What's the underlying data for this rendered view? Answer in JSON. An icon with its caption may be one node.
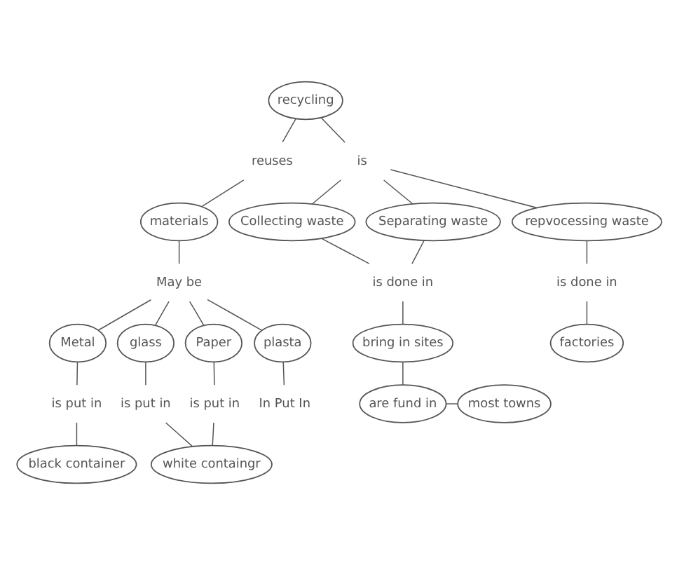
{
  "diagram": {
    "nodes": [
      {
        "text": [
          "recycling"
        ]
      },
      {
        "text": [
          "reuses"
        ]
      },
      {
        "text": [
          "is"
        ]
      },
      {
        "text": [
          "materials"
        ]
      },
      {
        "text": [
          "Collecting waste"
        ]
      },
      {
        "text": [
          "Separating waste"
        ]
      },
      {
        "text": [
          "repvocessing waste"
        ]
      },
      {
        "text": [
          "May be"
        ]
      },
      {
        "text": [
          "is done in"
        ]
      },
      {
        "text": [
          "is done in"
        ]
      },
      {
        "text": [
          "Metal"
        ]
      },
      {
        "text": [
          "glass"
        ]
      },
      {
        "text": [
          "Paper"
        ]
      },
      {
        "text": [
          "plasta"
        ]
      },
      {
        "text": [
          "is put in"
        ]
      },
      {
        "text": [
          "is put in"
        ]
      },
      {
        "text": [
          "is put in"
        ]
      },
      {
        "text": [
          "In Put In"
        ]
      },
      {
        "text": [
          "bring in sites"
        ]
      },
      {
        "text": [
          "factories"
        ]
      },
      {
        "text": [
          "black container"
        ]
      },
      {
        "text": [
          "white containgr"
        ]
      },
      {
        "text": [
          "are fund in"
        ]
      },
      {
        "text": [
          "most towns"
        ]
      }
    ],
    "edges": [
      {
        "from": 0,
        "to": 2,
        "arrow": "none"
      },
      {
        "from": 0,
        "to": 1,
        "arrow": "none"
      },
      {
        "from": 1,
        "to": 3,
        "arrow": "none"
      },
      {
        "from": 2,
        "to": 4,
        "arrow": "none"
      },
      {
        "from": 2,
        "to": 5,
        "arrow": "none"
      },
      {
        "from": 2,
        "to": 6,
        "arrow": "none"
      },
      {
        "from": 3,
        "to": 7,
        "arrow": "none"
      },
      {
        "from": 4,
        "to": 8,
        "arrow": "none"
      },
      {
        "from": 5,
        "to": 8,
        "arrow": "none"
      },
      {
        "from": 6,
        "to": 9,
        "arrow": "none"
      },
      {
        "from": 7,
        "to": 10,
        "arrow": "none"
      },
      {
        "from": 7,
        "to": 11,
        "arrow": "none"
      },
      {
        "from": 7,
        "to": 12,
        "arrow": "none"
      },
      {
        "from": 7,
        "to": 13,
        "arrow": "none"
      },
      {
        "from": 10,
        "to": 14,
        "arrow": "none"
      },
      {
        "from": 11,
        "to": 15,
        "arrow": "none"
      },
      {
        "from": 12,
        "to": 16,
        "arrow": "none"
      },
      {
        "from": 13,
        "to": 17,
        "arrow": "none"
      },
      {
        "from": 8,
        "to": 18,
        "arrow": "none"
      },
      {
        "from": 9,
        "to": 19,
        "arrow": "none"
      },
      {
        "from": 14,
        "to": 20,
        "arrow": "none"
      },
      {
        "from": 15,
        "to": 21,
        "arrow": "none"
      },
      {
        "from": 16,
        "to": 21,
        "arrow": "none"
      },
      {
        "from": 18,
        "to": 22,
        "arrow": "none"
      },
      {
        "from": 22,
        "to": 23,
        "arrow": "none"
      }
    ]
  }
}
